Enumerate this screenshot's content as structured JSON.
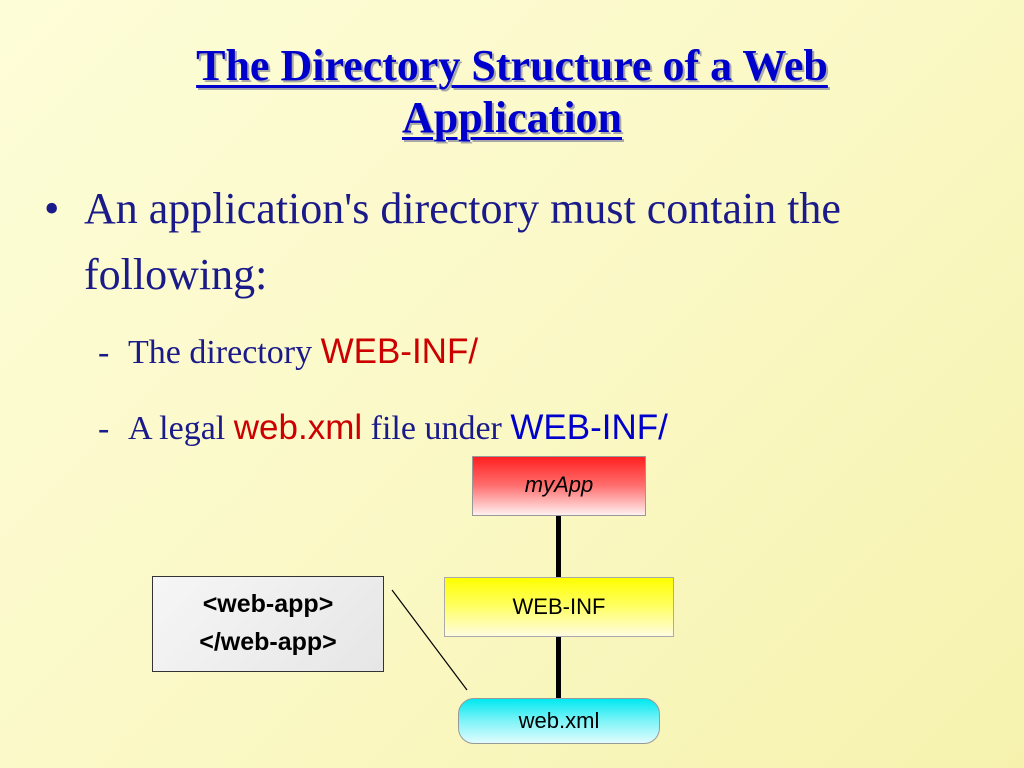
{
  "slide": {
    "title_line1": "The Directory Structure of a Web",
    "title_line2": "Application",
    "bullet": {
      "marker": "•",
      "text": "An application's directory must contain the following:"
    },
    "subitems": [
      {
        "dash": "-",
        "prefix": "The directory ",
        "highlight": "WEB-INF/"
      },
      {
        "dash": "-",
        "prefix": "A legal ",
        "highlight": "web.xml",
        "middle": " file under ",
        "highlight2": "WEB-INF/"
      }
    ]
  },
  "diagram": {
    "root": "myApp",
    "child": "WEB-INF",
    "leaf": "web.xml",
    "xml_open": "<web-app>",
    "xml_close": "</web-app>"
  },
  "colors": {
    "title": "#0000cc",
    "body_text": "#1a1a8a",
    "highlight_red": "#cc0000",
    "highlight_blue": "#0000cc",
    "root_fill": "#ff2020",
    "child_fill": "#ffff00",
    "leaf_fill": "#00e8f0"
  }
}
